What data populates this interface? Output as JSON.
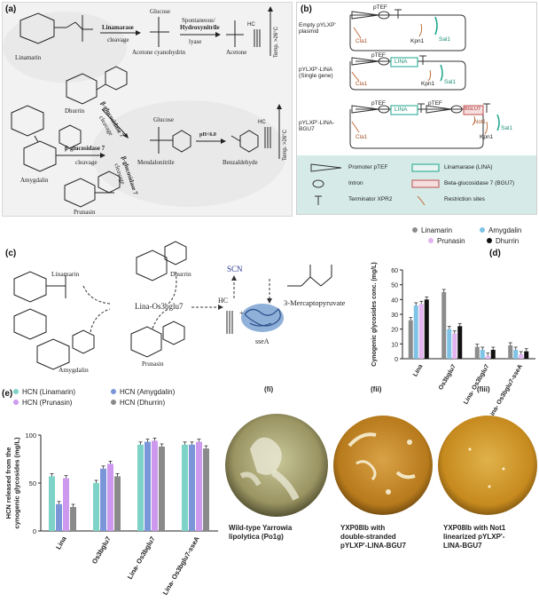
{
  "panel_a": {
    "label": "(a)",
    "linamarin": "Linamarin",
    "linamarase": "Linamarase",
    "cleavage1": "cleavage",
    "glucose1": "Glucose",
    "acetone_cyanohydrin": "Acetone cyanohydrin",
    "spontaneous": "Spontaneous/",
    "hydroxynitrile": "Hydroxynitrile",
    "lyase": "lyase",
    "acetone": "Acetone",
    "temp1": "Temp. >26°C",
    "hcn1": "HC",
    "dhurrin": "Dhurrin",
    "bglu7a": "β-glucosidase 7",
    "cleavage2": "cleavage",
    "glucose2": "Glucose",
    "ph": "pH<6.0",
    "mandelonitrile": "Mendalonitrile",
    "benzaldehyde": "Benzaldehyde",
    "temp2": "Temp. >26°C",
    "hcn2": "HC",
    "bglu7b": "β-glucosidase 7",
    "cleavage3": "cleavage",
    "amygdalin": "Amygdalin",
    "bglu7c": "β-glucosidase 7",
    "cleavage4": "cleavage",
    "prunasin": "Prunasin"
  },
  "panel_b": {
    "label": "(b)",
    "plasmid1": "Empty pYLXP' plasmid",
    "plasmid2": "pYLXP'-LINA (Single gene)",
    "plasmid3": "pYLXP'-LINA-BGU7",
    "ptef": "pTEF",
    "cla1": "Cla1",
    "kpn1": "Kpn1",
    "sal1": "Sal1",
    "not1": "Not1",
    "lina": "LINA",
    "bglu7": "BGLU7",
    "legend": {
      "promoter": "Promoter  pTEF",
      "intron": "Intron",
      "terminator": "Terminator XPR2",
      "linamarase": "Linamarase (LINA)",
      "bgu7": "Beta-glucosidase 7 (BGU7)",
      "restriction": "Restriction sites"
    }
  },
  "panel_c": {
    "label": "(c)",
    "linamarin": "Linamarin",
    "dhurrin": "Dhurrin",
    "enzyme": "Lina-Os3bglu7",
    "scn": "SCN",
    "hcn": "HC",
    "plus": "+",
    "mercapto": "3-Mercaptopyruvate",
    "ssea": "sseA",
    "amygdalin": "Amygdalin",
    "prunasin": "Prunasin"
  },
  "panel_d": {
    "label": "(d)",
    "ylabel": "Cynogenic glycosides conc. (mg/L)"
  },
  "panel_e": {
    "label": "(e)",
    "ylabel_line1": "HCN released from the",
    "ylabel_line2": "cynogenic glycosides (mg/L)"
  },
  "panel_f": {
    "fi": "(fi)",
    "fii": "(fii)",
    "fiii": "(fiii)",
    "cap1_l1": "Wild-type Yarrowia",
    "cap1_l2": "lipolytica (Po1g)",
    "cap2_l1": "YXP08lb with",
    "cap2_l2": "double-stranded",
    "cap2_l3": "pYLXP'-LINA-BGU7",
    "cap3_l1": "YXP08lb with Not1",
    "cap3_l2": "linearized pYLXP'-",
    "cap3_l3": "LINA-BGU7"
  },
  "chart_data": [
    {
      "type": "bar",
      "id": "d",
      "title": "",
      "ylabel": "Cynogenic glycosides conc. (mg/L)",
      "categories": [
        "Lina",
        "Os3bglu7",
        "Lina- Os3bglu7",
        "Lina- Os3bglu7-sseA"
      ],
      "ylim": [
        0,
        60
      ],
      "yticks": [
        0,
        10,
        20,
        30,
        40,
        50,
        60
      ],
      "legend_position": "top",
      "series": [
        {
          "name": "Linamarin",
          "color": "#8c8c8c",
          "values": [
            26,
            45,
            8,
            9
          ]
        },
        {
          "name": "Amygdalin",
          "color": "#7fc3e6",
          "values": [
            36,
            20,
            6,
            6
          ]
        },
        {
          "name": "Prunasin",
          "color": "#e3b3ef",
          "values": [
            37,
            17,
            2,
            3
          ]
        },
        {
          "name": "Dhurrin",
          "color": "#111111",
          "values": [
            40,
            22,
            6,
            5
          ]
        }
      ]
    },
    {
      "type": "bar",
      "id": "e",
      "title": "",
      "ylabel": "HCN released from the cynogenic glycosides (mg/L)",
      "categories": [
        "Lina",
        "Os3bglu7",
        "Lina- Os3bglu7",
        "Lina- Os3bglu7-sseA"
      ],
      "ylim": [
        0,
        100
      ],
      "yticks": [
        0,
        50,
        100
      ],
      "legend_position": "top",
      "series": [
        {
          "name": "HCN (Linamarin)",
          "color": "#7dd3c8",
          "values": [
            57,
            50,
            90,
            90
          ]
        },
        {
          "name": "HCN (Amygdalin)",
          "color": "#7b96d8",
          "values": [
            28,
            65,
            93,
            90
          ]
        },
        {
          "name": "HCN (Prunasin)",
          "color": "#cc99ee",
          "values": [
            55,
            70,
            94,
            93
          ]
        },
        {
          "name": "HCN (Dhurrin)",
          "color": "#8a8a8a",
          "values": [
            25,
            57,
            88,
            86
          ]
        }
      ]
    }
  ]
}
